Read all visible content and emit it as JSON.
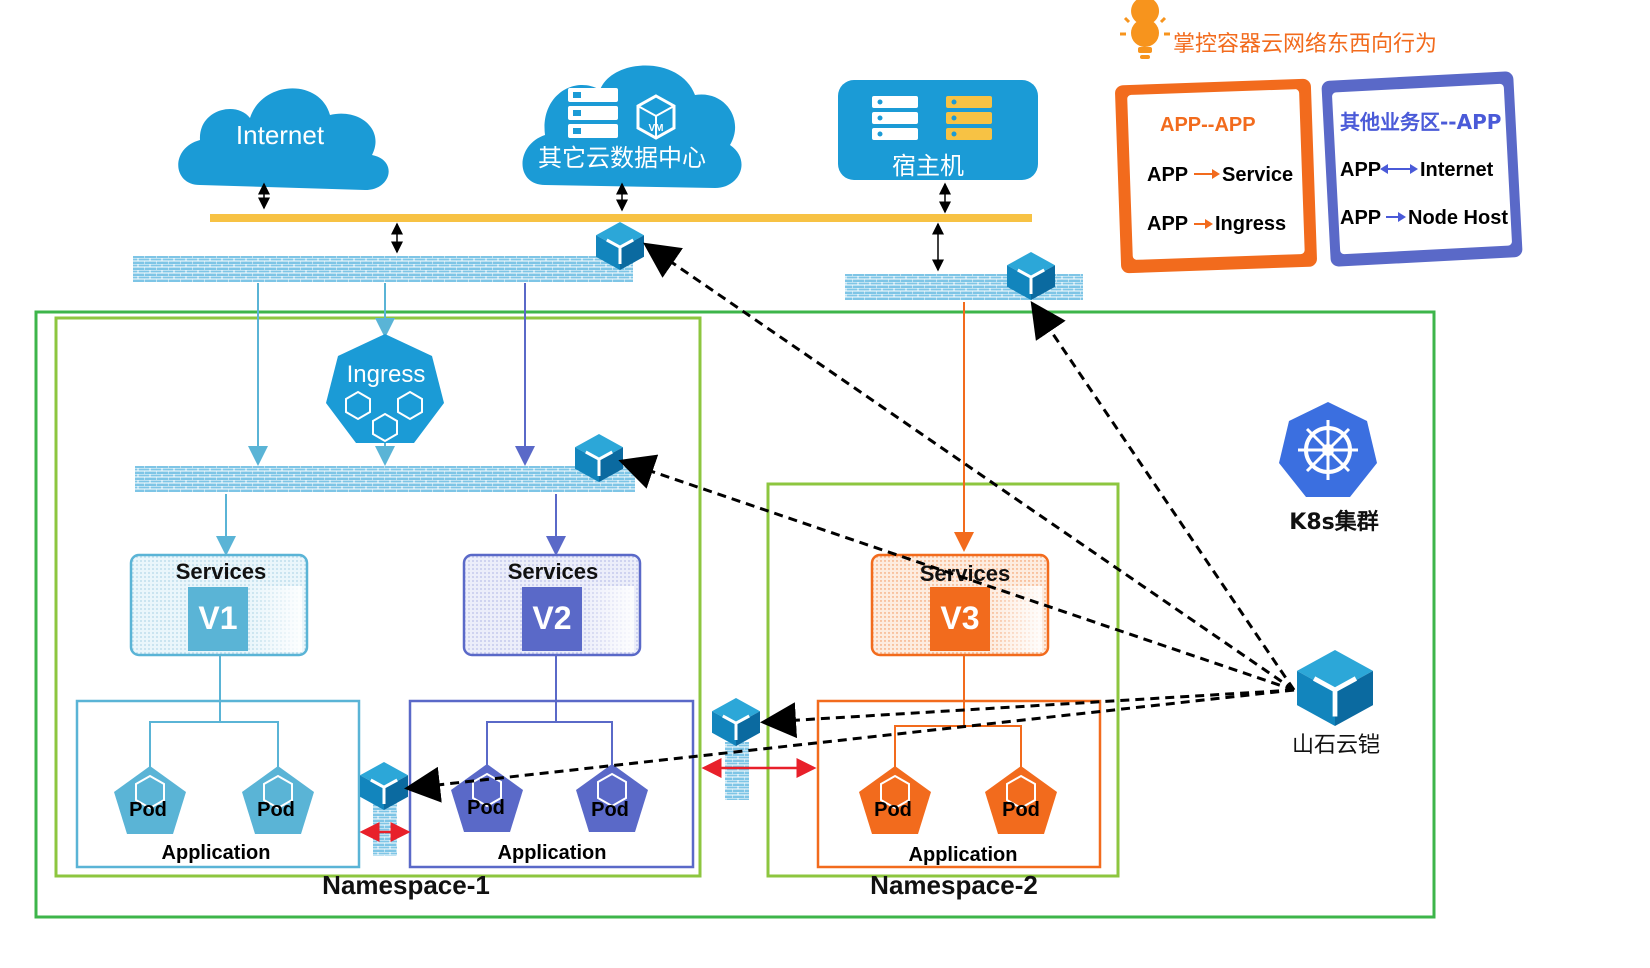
{
  "legend": {
    "title": "掌控容器云网络东西向行为",
    "box1": {
      "title": "APP--APP",
      "line1_a": "APP",
      "line1_b": "Service",
      "line2_a": "APP",
      "line2_b": "Ingress"
    },
    "box2": {
      "title": "其他业务区--APP",
      "line1_a": "APP",
      "line1_b": "Internet",
      "line2_a": "APP",
      "line2_b": "Node Host"
    }
  },
  "top": {
    "internet": "Internet",
    "other_dc": "其它云数据中心",
    "vm_badge": "VM",
    "host": "宿主机"
  },
  "ingress": "Ingress",
  "services": [
    {
      "label": "Services",
      "version": "V1"
    },
    {
      "label": "Services",
      "version": "V2"
    },
    {
      "label": "Services",
      "version": "V3"
    }
  ],
  "apps": [
    {
      "pod1": "Pod",
      "pod2": "Pod",
      "label": "Application"
    },
    {
      "pod1": "Pod",
      "pod2": "Pod",
      "label": "Application"
    },
    {
      "pod1": "Pod",
      "pod2": "Pod",
      "label": "Application"
    }
  ],
  "namespaces": [
    "Namespace-1",
    "Namespace-2"
  ],
  "k8s_label": "K8s集群",
  "product_label": "山石云铠",
  "colors": {
    "light_blue": "#5ab4d6",
    "indigo": "#5a69c8",
    "orange": "#f26b1d",
    "green_outer": "#3db54a",
    "green_ns": "#8dc63f",
    "backbone": "#f7c244",
    "k8s_blue": "#3b6fe0",
    "cloud_blue": "#1b9bd6"
  }
}
